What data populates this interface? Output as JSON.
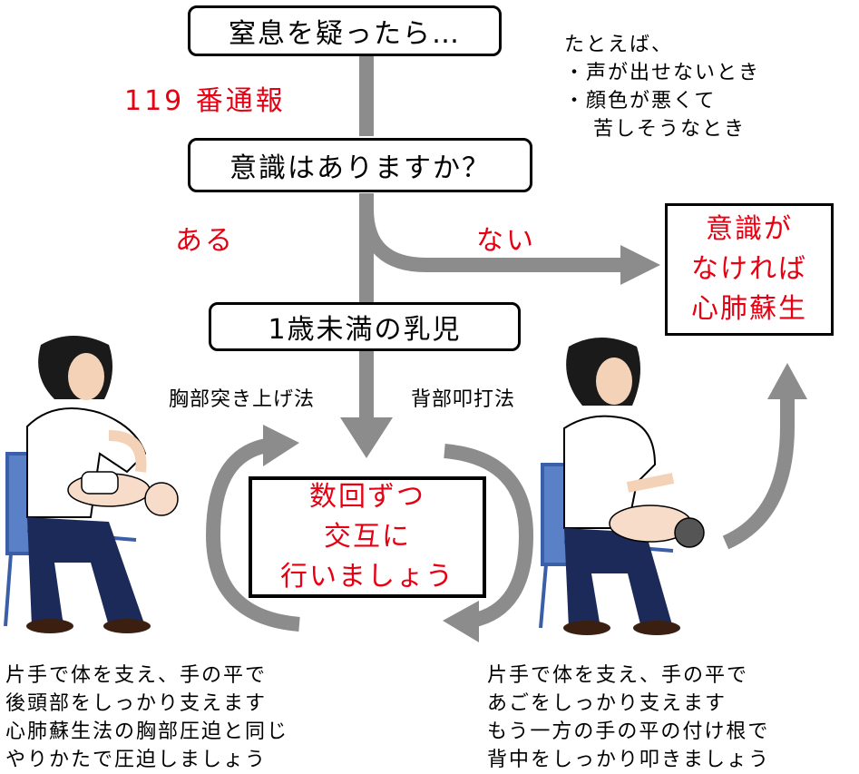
{
  "boxes": {
    "suspect": "窒息を疑ったら…",
    "conscious": "意識はありますか？",
    "infant": "1歳未満の乳児"
  },
  "call": "119 番通報",
  "examples": {
    "intro": "たとえば、",
    "item1": "・声が出せないとき",
    "item2": "・顔色が悪くて",
    "item2b": "苦しそうなとき"
  },
  "branch": {
    "yes": "ある",
    "no": "ない"
  },
  "unconscious": {
    "line1": "意識が",
    "line2": "なければ",
    "line3": "心肺蘇生"
  },
  "methods": {
    "chest": "胸部突き上げ法",
    "back": "背部叩打法"
  },
  "alternate": {
    "line1": "数回ずつ",
    "line2": "交互に",
    "line3": "行いましょう"
  },
  "left_note": {
    "l1": "片手で体を支え、手の平で",
    "l2": "後頭部をしっかり支えます",
    "l3": "心肺蘇生法の胸部圧迫と同じ",
    "l4": "やりかたで圧迫しましょう"
  },
  "right_note": {
    "l1": "片手で体を支え、手の平で",
    "l2": "あごをしっかり支えます",
    "l3": "もう一方の手の平の付け根で",
    "l4": "背中をしっかり叩きましょう"
  },
  "colors": {
    "accent": "#e60012",
    "arrow": "#8c8c8c",
    "shirt": "#ffffff",
    "pants": "#1c2a5a",
    "chair": "#3a5fa8"
  },
  "illustrations": [
    "person-chest-thrust-illustration",
    "person-back-blow-illustration"
  ]
}
